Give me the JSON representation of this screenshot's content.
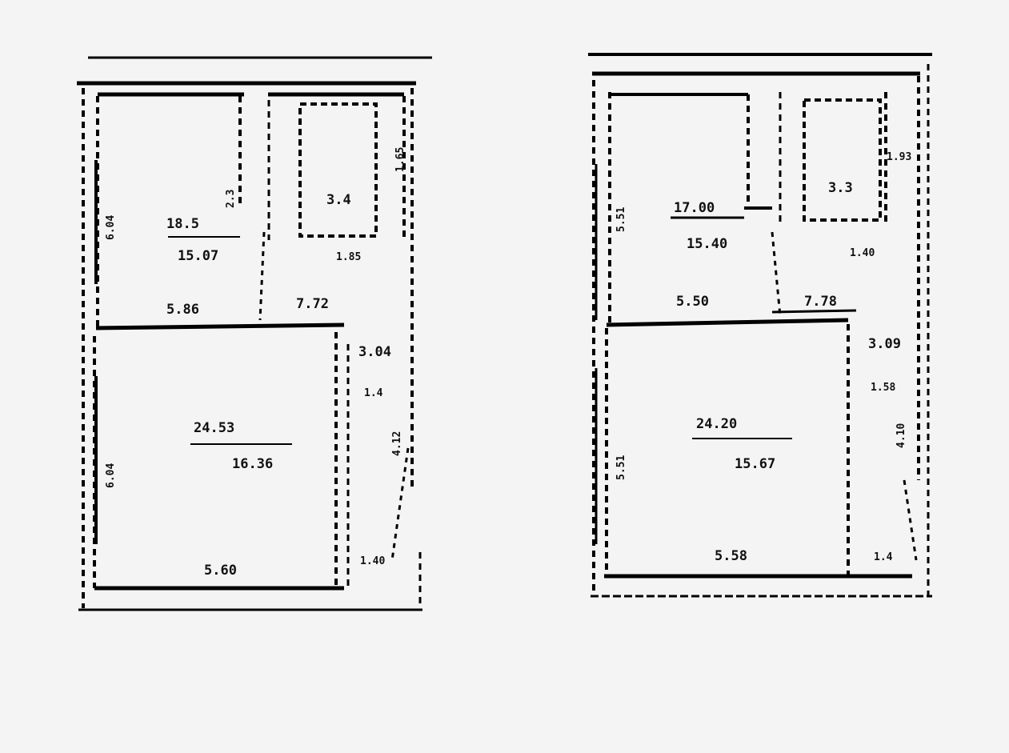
{
  "plans": [
    {
      "name": "left-plan",
      "labels": {
        "room1_area": "18.5",
        "room1_sub": "15.07",
        "room1_width": "5.86",
        "room1_height": "6.04",
        "bath_area": "3.4",
        "bath_dim": "1.65",
        "bath_side": "2.3",
        "hall_area": "7.72",
        "hall_sub": "1.85",
        "room2_area": "24.53",
        "room2_sub": "16.36",
        "room2_width": "5.60",
        "room2_height": "6.04",
        "corridor_area": "3.04",
        "corridor_sub": "1.4",
        "corridor_len": "4.12",
        "corridor_bottom": "1.40"
      }
    },
    {
      "name": "right-plan",
      "labels": {
        "room1_area": "17.00",
        "room1_sub": "15.40",
        "room1_width": "5.50",
        "room1_height": "5.51",
        "bath_area": "3.3",
        "bath_dim": "1.93",
        "hall_area": "7.78",
        "hall_sub": "1.40",
        "room2_area": "24.20",
        "room2_sub": "15.67",
        "room2_width": "5.58",
        "room2_height": "5.51",
        "corridor_area": "3.09",
        "corridor_sub": "1.58",
        "corridor_len": "4.10",
        "corridor_bottom": "1.4"
      }
    }
  ]
}
